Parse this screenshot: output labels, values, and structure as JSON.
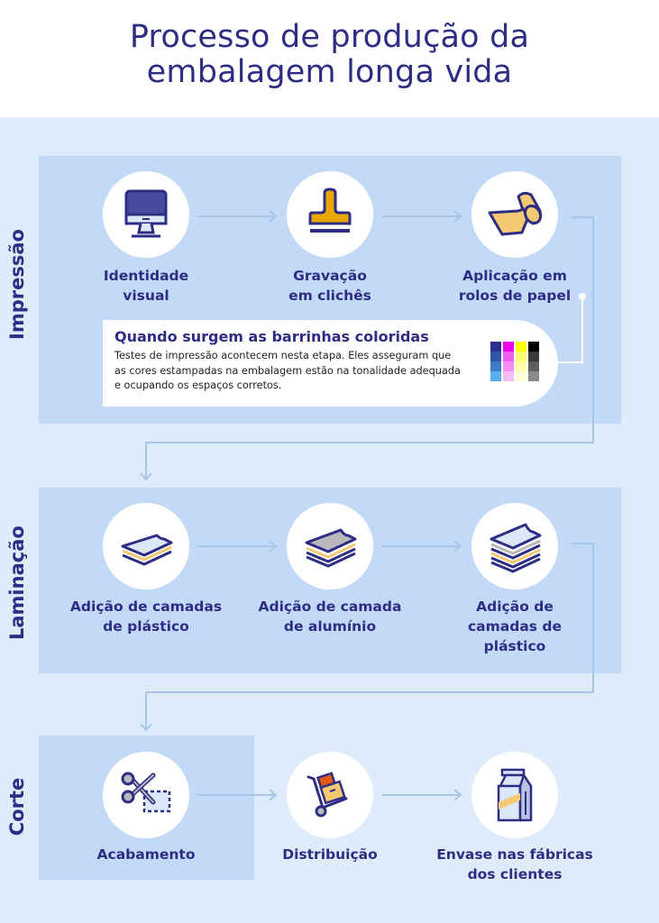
{
  "title": {
    "line1": "Processo de produção da",
    "line2": "embalagem longa vida"
  },
  "colors": {
    "primary_text": "#2e2d84",
    "background": "#deebfb",
    "panel": "#c2daf7",
    "connector": "#a9c5e8",
    "accent_yellow": "#e8a600",
    "accent_light_yellow": "#f5c872",
    "accent_orange": "#e25a10"
  },
  "sections": [
    {
      "name": "Impressão",
      "steps": [
        {
          "icon": "monitor-icon",
          "line1": "Identidade",
          "line2": "visual"
        },
        {
          "icon": "stamp-icon",
          "line1": "Gravação",
          "line2": "em clichês"
        },
        {
          "icon": "paper-roll-icon",
          "line1": "Aplicação em",
          "line2": "rolos de papel"
        }
      ],
      "callout": {
        "title": "Quando surgem as barrinhas coloridas",
        "body": "Testes de impressão acontecem nesta etapa. Eles asseguram que as cores estampadas na embalagem estão na tonalidade adequada e ocupando os espaços corretos.",
        "color_bars": [
          [
            "#2e3192",
            "#2e55a8",
            "#3f7bc6",
            "#58aee8"
          ],
          [
            "#ec00ec",
            "#f060f0",
            "#f58df5",
            "#f8bcf8"
          ],
          [
            "#ffff00",
            "#ffff70",
            "#ffffa6",
            "#ffffd8"
          ],
          [
            "#000000",
            "#3a3a3a",
            "#5e5e5e",
            "#8a8a8a"
          ]
        ]
      }
    },
    {
      "name": "Laminação",
      "steps": [
        {
          "icon": "plastic-layers-icon",
          "line1": "Adição de camadas",
          "line2": "de plástico"
        },
        {
          "icon": "aluminum-layer-icon",
          "line1": "Adição de camada",
          "line2": "de alumínio"
        },
        {
          "icon": "stacked-layers-icon",
          "line1": "Adição de",
          "line2": "camadas de",
          "line3": "plástico"
        }
      ]
    },
    {
      "name": "Corte",
      "steps": [
        {
          "icon": "scissors-icon",
          "line1": "Acabamento"
        },
        {
          "icon": "hand-truck-icon",
          "line1": "Distribuição"
        },
        {
          "icon": "milk-carton-icon",
          "line1": "Envase nas fábricas",
          "line2": "dos clientes"
        }
      ]
    }
  ]
}
